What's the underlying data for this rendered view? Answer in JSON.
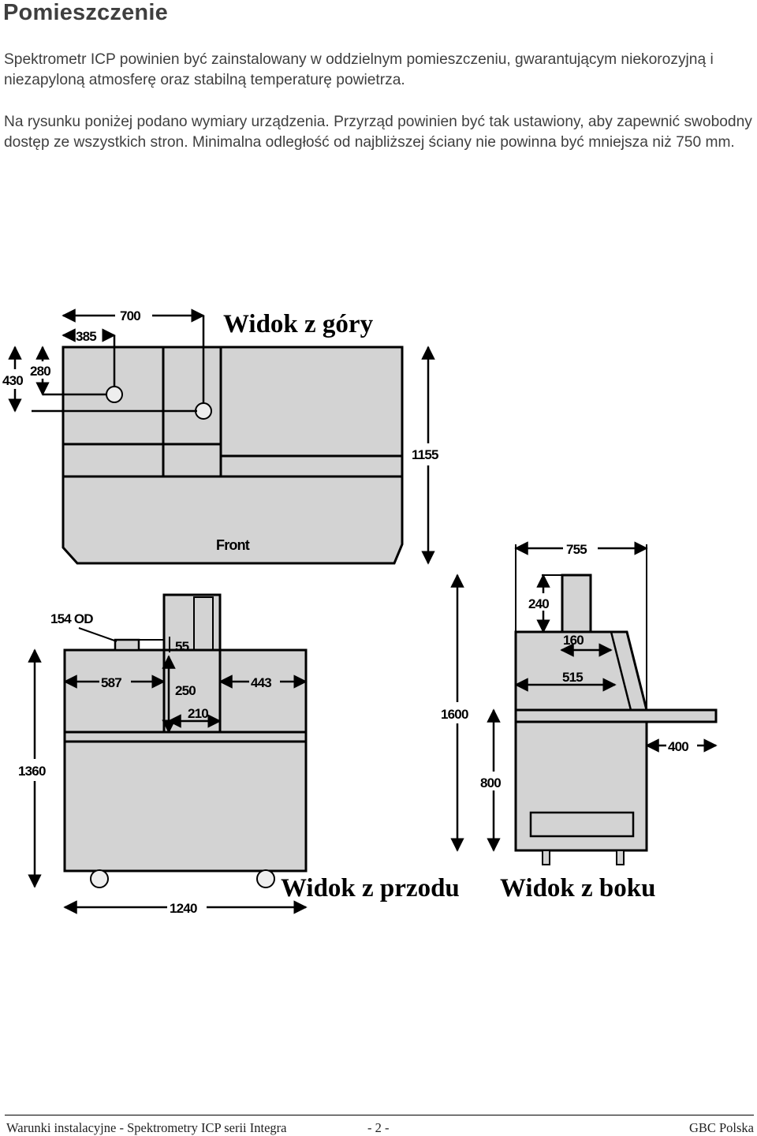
{
  "section": {
    "title": "Pomieszczenie"
  },
  "text": {
    "paragraph1": "Spektrometr ICP powinien być zainstalowany w oddzielnym pomieszczeniu, gwarantującym niekorozyjną i niezapyloną atmosferę oraz stabilną temperaturę powietrza.",
    "paragraph2": "Na rysunku poniżej podano wymiary urządzenia. Przyrząd powinien być tak ustawiony, aby zapewnić swobodny dostęp ze wszystkich stron. Minimalna odległość od najbliższej ściany nie powinna być mniejsza niż 750 mm."
  },
  "drawing": {
    "top_view": {
      "title": "Widok z góry",
      "front_label": "Front",
      "dims": {
        "d700": "700",
        "d385": "385",
        "d430": "430",
        "d280": "280",
        "d1155": "1155"
      }
    },
    "front_view": {
      "title": "Widok z przodu",
      "dims": {
        "od": "154 OD",
        "d55": "55",
        "d587": "587",
        "d443": "443",
        "d250": "250",
        "d210": "210",
        "d1360": "1360",
        "d1240": "1240"
      }
    },
    "side_view": {
      "title": "Widok z boku",
      "dims": {
        "d755": "755",
        "d240": "240",
        "d160": "160",
        "d515": "515",
        "d1600": "1600",
        "d800": "800",
        "d400": "400"
      }
    },
    "colors": {
      "body_fill": "#d3d3d3",
      "line": "#000000"
    }
  },
  "footer": {
    "left": "Warunki instalacyjne - Spektrometry ICP serii Integra",
    "page": "- 2 -",
    "right": "GBC Polska"
  }
}
